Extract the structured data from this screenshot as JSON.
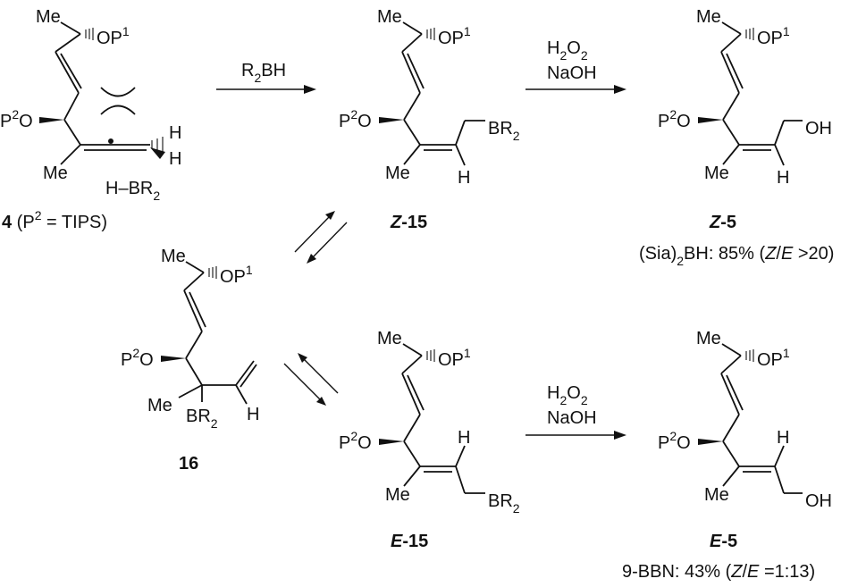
{
  "colors": {
    "ink": "#111111",
    "background": "#ffffff"
  },
  "atoms": {
    "me": "Me",
    "op1_main": "OP",
    "op1_sup": "1",
    "p2o_p": "P",
    "p2o_sup": "2",
    "p2o_o": "O",
    "h": "H",
    "oh": "OH",
    "br2_main": "BR",
    "br2_sub": "2",
    "hbr2_main": "H–BR",
    "hbr2_sub": "2"
  },
  "compound_4": {
    "number": "4",
    "note_pre": " (P",
    "note_sup": "2",
    "note_post": " = TIPS)"
  },
  "compound_Z15": {
    "stereo": "Z",
    "number": "-15"
  },
  "compound_E15": {
    "stereo": "E",
    "number": "-15"
  },
  "compound_16": {
    "number": "16"
  },
  "compound_Z5": {
    "stereo": "Z",
    "number": "-5",
    "result": {
      "pre": "(Sia)",
      "sub": "2",
      "mid": "BH: 85% (",
      "ratio_a": "Z",
      "slash": "/",
      "ratio_b": "E",
      "post": " >20)"
    }
  },
  "compound_E5": {
    "stereo": "E",
    "number": "-5",
    "result": {
      "pre": "9-BBN: 43% (",
      "ratio_a": "Z",
      "slash": "/",
      "ratio_b": "E",
      "post": " =1:13)"
    }
  },
  "reagents": {
    "hydroboration": {
      "main": "R",
      "sub": "2",
      "post": "BH"
    },
    "oxidation_top": {
      "h2o2_a": "H",
      "h2o2_sub1": "2",
      "h2o2_b": "O",
      "h2o2_sub2": "2",
      "naoh": "NaOH"
    },
    "oxidation_bottom": {
      "h2o2_a": "H",
      "h2o2_sub1": "2",
      "h2o2_b": "O",
      "h2o2_sub2": "2",
      "naoh": "NaOH"
    }
  }
}
